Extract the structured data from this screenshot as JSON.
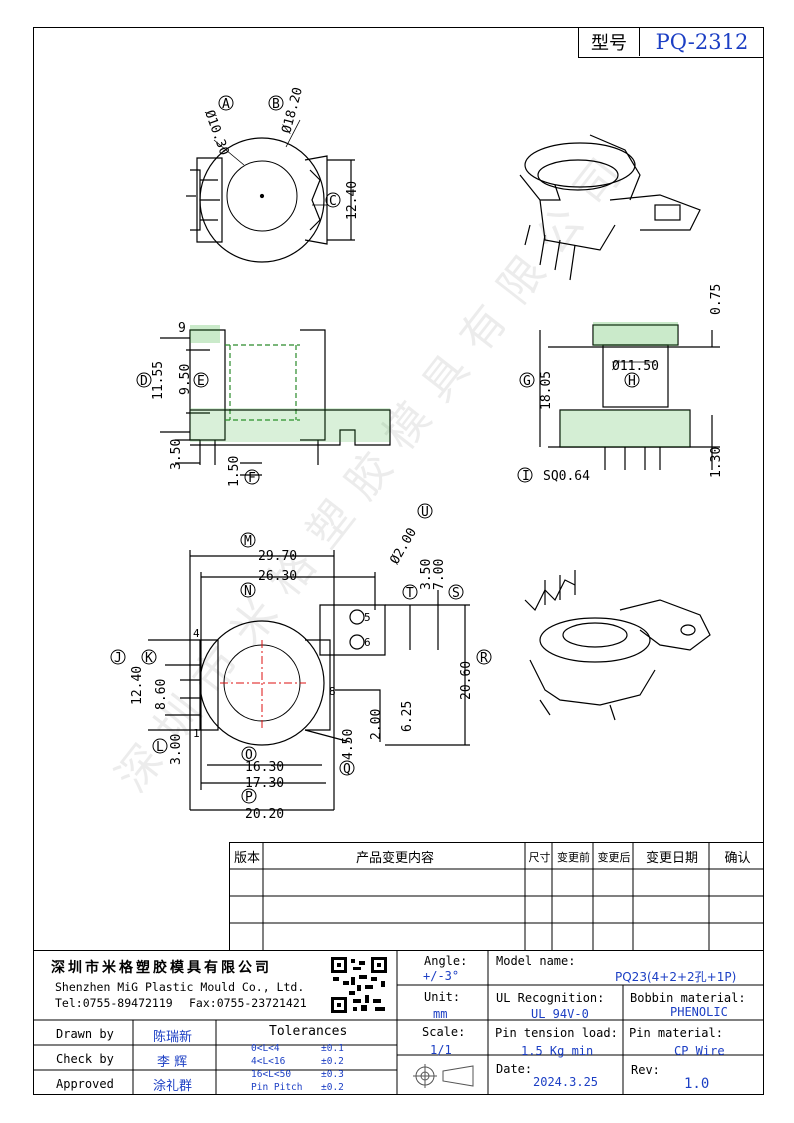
{
  "header": {
    "type_label": "型号",
    "model": "PQ-2312"
  },
  "watermark": "深圳市米格塑胶模具有限公司",
  "views": {
    "top": {
      "labels": {
        "a": "A",
        "b": "B",
        "c": "C"
      },
      "dims": {
        "a": "Ø10.30",
        "b": "Ø18.20",
        "c": "12.40"
      }
    },
    "front": {
      "pin_label": "9",
      "labels": {
        "d": "D",
        "e": "E",
        "f": "F"
      },
      "dims": {
        "d": "11.55",
        "e": "9.50",
        "h1": "3.50",
        "f": "1.50"
      }
    },
    "side": {
      "labels": {
        "g": "G",
        "h": "H",
        "i": "I"
      },
      "dims": {
        "g": "18.05",
        "h": "Ø11.50",
        "top": "0.75",
        "bottom": "1.30",
        "i": "SQ0.64"
      }
    },
    "bottom": {
      "labels": {
        "j": "J",
        "k": "K",
        "l": "L",
        "m": "M",
        "n": "N",
        "o": "O",
        "p": "P",
        "q": "Q",
        "r": "R",
        "s": "S",
        "t": "T",
        "u": "U"
      },
      "dims": {
        "m": "29.70",
        "n": "26.30",
        "u": "Ø2.00",
        "t": "3.50",
        "s": "7.00",
        "r": "20.60",
        "j": "12.40",
        "k": "8.60",
        "l": "3.00",
        "o": "16.30",
        "p": "17.30",
        "w": "20.20",
        "q": "4.50",
        "d200": "2.00",
        "d625": "6.25"
      },
      "pins": {
        "p4": "4",
        "p1": "1",
        "p5": "5",
        "p6": "6",
        "p8": "8"
      }
    }
  },
  "revision_table": {
    "headers": [
      "版本",
      "产品变更内容",
      "尺寸",
      "变更前",
      "变更后",
      "变更日期",
      "确认"
    ]
  },
  "title_block": {
    "company_cn": "深圳市米格塑胶模具有限公司",
    "company_en": "Shenzhen MiG Plastic Mould Co., Ltd.",
    "tel": "Tel:0755-89472119",
    "fax": "Fax:0755-23721421",
    "angle_label": "Angle:",
    "angle_value": "+/-3°",
    "unit_label": "Unit:",
    "unit_value": "mm",
    "scale_label": "Scale:",
    "scale_value": "1/1",
    "model_label": "Model name:",
    "model_value": "PQ23(4+2+2孔+1P)",
    "ul_label": "UL Recognition:",
    "ul_value": "UL 94V-0",
    "bobbin_label": "Bobbin material:",
    "bobbin_value": "PHENOLIC",
    "pin_tension_label": "Pin tension load:",
    "pin_tension_value": "1.5 Kg min",
    "pin_material_label": "Pin material:",
    "pin_material_value": "CP Wire",
    "date_label": "Date:",
    "date_value": "2024.3.25",
    "rev_label": "Rev:",
    "rev_value": "1.0",
    "drawn_label": "Drawn by",
    "drawn_value": "陈瑞新",
    "check_label": "Check by",
    "check_value": "李 辉",
    "approved_label": "Approved",
    "approved_value": "涂礼群",
    "tolerances_title": "Tolerances",
    "tolerances": [
      {
        "range": "0<L<4",
        "tol": "±0.1"
      },
      {
        "range": "4<L<16",
        "tol": "±0.2"
      },
      {
        "range": "16<L<50",
        "tol": "±0.3"
      },
      {
        "range": "Pin Pitch",
        "tol": "±0.2"
      }
    ]
  }
}
